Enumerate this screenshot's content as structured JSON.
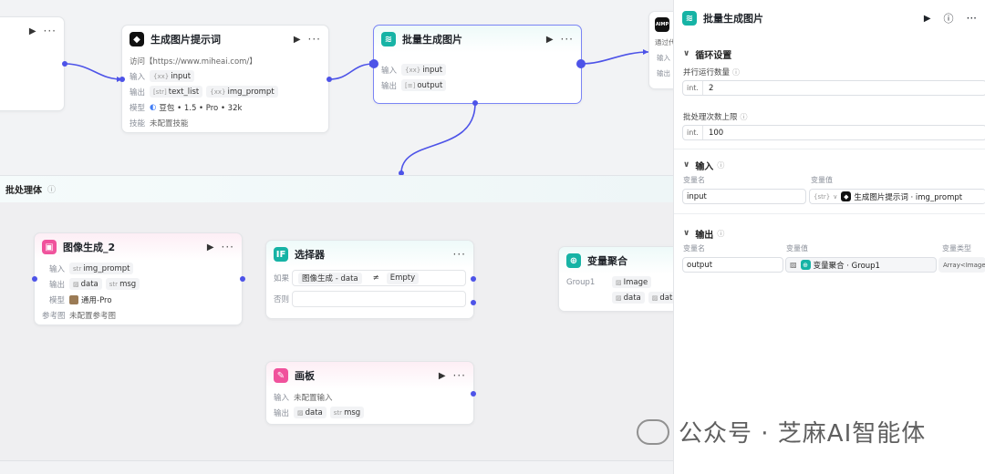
{
  "colors": {
    "accent": "#4d53e8",
    "teal": "#16b3a5",
    "pink": "#f0529c"
  },
  "nodes": {
    "prompt": {
      "title": "生成图片提示词",
      "visit": "访问【https://www.miheai.com/】",
      "in_label": "输入",
      "in_tag": "input",
      "out_label": "输出",
      "out_tag1": "text_list",
      "out_tag2": "img_prompt",
      "model_label": "模型",
      "model_value": "豆包 • 1.5 • Pro • 32k",
      "skill_label": "技能",
      "skill_value": "未配置技能"
    },
    "batch": {
      "title": "批量生成图片",
      "in_label": "输入",
      "in_tag": "input",
      "out_label": "输出",
      "out_tag": "output"
    },
    "partial": {
      "icon": "AIMP",
      "line1": "通过代",
      "in_label": "输入",
      "out_label": "输出"
    },
    "imggen": {
      "title": "图像生成_2",
      "in_label": "输入",
      "in_tag": "img_prompt",
      "in_pre": "str",
      "out_label": "输出",
      "out_tag1": "data",
      "out_tag2": "msg",
      "out_pre2": "str",
      "model_label": "模型",
      "model_value": "通用-Pro",
      "ref_label": "参考图",
      "ref_value": "未配置参考图"
    },
    "selector": {
      "title": "选择器",
      "if_label": "如果",
      "cond_left": "图像生成 - data",
      "cond_op": "≠",
      "cond_right": "Empty",
      "else_label": "否则"
    },
    "canvas": {
      "title": "画板",
      "in_label": "输入",
      "in_value": "未配置输入",
      "out_label": "输出",
      "out_tag1": "data",
      "out_tag2": "msg",
      "out_pre2": "str"
    },
    "aggregate": {
      "title": "变量聚合",
      "group": "Group1",
      "tag1": "Image",
      "tag2": "data",
      "tag3": "data"
    }
  },
  "batch_bar": {
    "label": "批处理体"
  },
  "panel": {
    "title": "批量生成图片",
    "loop_section": "循环设置",
    "parallel_label": "并行运行数量",
    "parallel_type": "int.",
    "parallel_value": "2",
    "max_label": "批处理次数上限",
    "max_type": "int.",
    "max_value": "100",
    "input_section": "输入",
    "col_name": "变量名",
    "col_value": "变量值",
    "input_name": "input",
    "input_ref_type": "{str}",
    "input_ref_value": "生成图片提示词 · img_prompt",
    "output_section": "输出",
    "col_type": "变量类型",
    "output_name": "output",
    "output_ref_value": "变量聚合 · Group1",
    "output_type": "Array<Image"
  },
  "watermark": "公众号 · 芝麻AI智能体"
}
